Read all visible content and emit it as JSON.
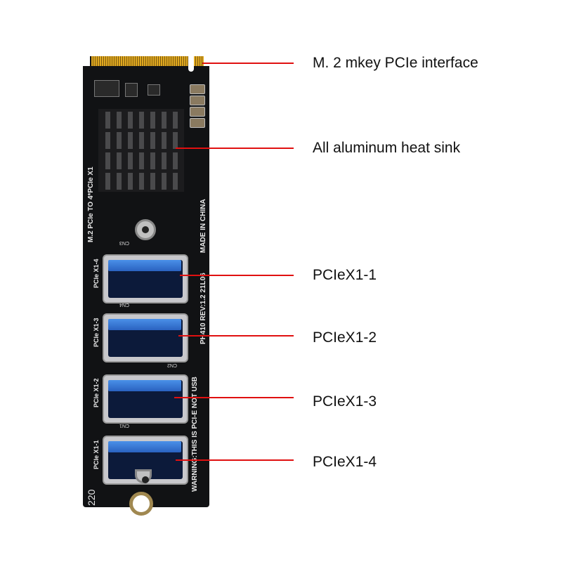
{
  "callouts": [
    {
      "label": "M. 2 mkey PCIe interface"
    },
    {
      "label": "All aluminum heat sink"
    },
    {
      "label": "PCIeX1-1"
    },
    {
      "label": "PCIeX1-2"
    },
    {
      "label": "PCIeX1-3"
    },
    {
      "label": "PCIeX1-4"
    }
  ],
  "board_text": {
    "title": "M.2 PCIe TO 4*PCIe X1",
    "made_in": "MADE IN CHINA",
    "revision": "PH410  REV:1.2  21L06",
    "warning": "WARNING:THIS IS PCI-E NOT USB",
    "serial": "220",
    "ports": [
      {
        "silk": "PCIe X1-4",
        "connector": "CN3"
      },
      {
        "silk": "PCIe X1-3",
        "connector": "CN4"
      },
      {
        "silk": "PCIe X1-2",
        "connector": "CN2"
      },
      {
        "silk": "PCIe X1-1",
        "connector": "CN1"
      }
    ]
  },
  "colors": {
    "callout_line": "#e01010",
    "pcb": "#111214",
    "usb_tongue": "#3a7ad8",
    "gold_contacts": "#e0a820"
  }
}
